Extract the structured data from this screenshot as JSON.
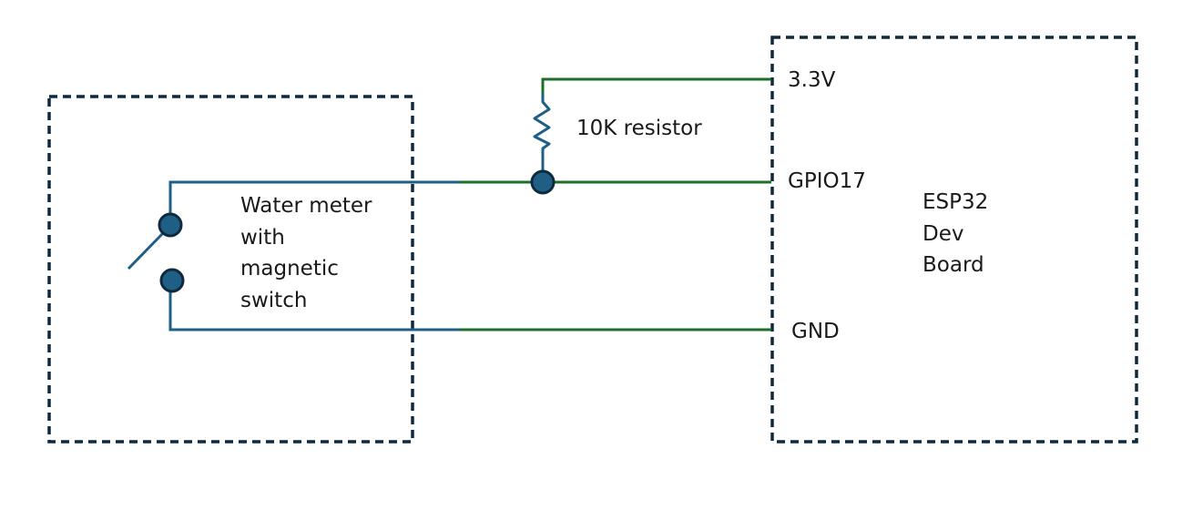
{
  "water_meter": {
    "label_lines": [
      "Water meter",
      "with",
      "magnetic",
      "switch"
    ]
  },
  "resistor": {
    "label": "10K resistor"
  },
  "esp32": {
    "label_lines": [
      "ESP32",
      "Dev",
      "Board"
    ],
    "pins": {
      "vcc": "3.3V",
      "gpio": "GPIO17",
      "gnd": "GND"
    }
  },
  "colors": {
    "box_border": "#0f2a3d",
    "wire_blue": "#1f5f86",
    "wire_green": "#1e6e2a",
    "node_fill": "#1f5f86",
    "node_stroke": "#0f2a3d",
    "text": "#1a1a1a"
  }
}
